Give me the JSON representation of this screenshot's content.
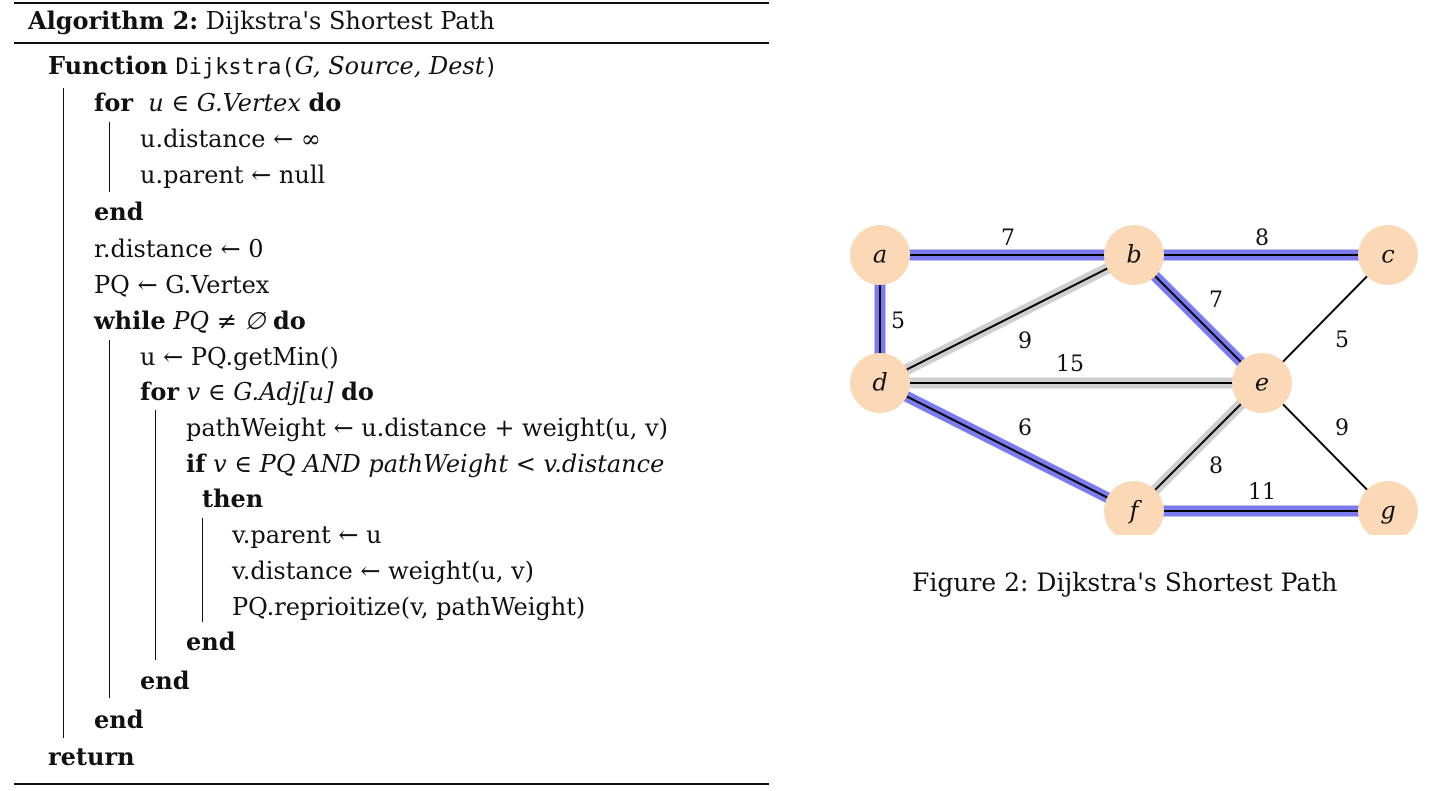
{
  "algorithm": {
    "label": "Algorithm 2:",
    "title": "Dijkstra's Shortest Path",
    "function_kw": "Function",
    "function_name": "Dijkstra(",
    "function_args": "G, Source, Dest",
    "function_close": ")",
    "lines": {
      "for1_kw": "for",
      "for1_expr": "u ∈ G.Vertex",
      "for1_do": "do",
      "dist_init": "u.distance ← ∞",
      "parent_init": "u.parent ← null",
      "end1": "end",
      "r_dist": "r.distance ← 0",
      "pq_init": "PQ ← G.Vertex",
      "while_kw": "while",
      "while_expr": "PQ ≠ ∅",
      "while_do": "do",
      "getmin": "u ← PQ.getMin()",
      "for2_kw": "for",
      "for2_expr": "v ∈ G.Adj[u]",
      "for2_do": "do",
      "pathweight": "pathWeight ← u.distance + weight(u, v)",
      "if_kw": "if",
      "if_expr": "v ∈ PQ AND pathWeight < v.distance",
      "then_kw": "then",
      "set_parent": "v.parent ← u",
      "set_dist": "v.distance ← weight(u, v)",
      "reprioritize": "PQ.reprioitize(v, pathWeight)",
      "end_if": "end",
      "end_for2": "end",
      "end_while": "end",
      "return_kw": "return"
    }
  },
  "figure": {
    "caption": "Figure 2: Dijkstra's Shortest Path",
    "colors": {
      "node_fill": "#fcd9b6",
      "path_highlight": "#7b7bef",
      "alt_highlight": "#cfcfcf",
      "edge": "#000000"
    },
    "nodes": [
      "a",
      "b",
      "c",
      "d",
      "e",
      "f",
      "g"
    ],
    "edges": [
      {
        "from": "a",
        "to": "b",
        "weight": "7",
        "highlight": "path"
      },
      {
        "from": "b",
        "to": "c",
        "weight": "8",
        "highlight": "path"
      },
      {
        "from": "a",
        "to": "d",
        "weight": "5",
        "highlight": "path"
      },
      {
        "from": "d",
        "to": "b",
        "weight": "9",
        "highlight": "alt"
      },
      {
        "from": "b",
        "to": "e",
        "weight": "7",
        "highlight": "path"
      },
      {
        "from": "c",
        "to": "e",
        "weight": "5",
        "highlight": "none"
      },
      {
        "from": "d",
        "to": "e",
        "weight": "15",
        "highlight": "alt"
      },
      {
        "from": "d",
        "to": "f",
        "weight": "6",
        "highlight": "path"
      },
      {
        "from": "e",
        "to": "f",
        "weight": "8",
        "highlight": "alt"
      },
      {
        "from": "e",
        "to": "g",
        "weight": "9",
        "highlight": "none"
      },
      {
        "from": "f",
        "to": "g",
        "weight": "11",
        "highlight": "path"
      }
    ]
  }
}
